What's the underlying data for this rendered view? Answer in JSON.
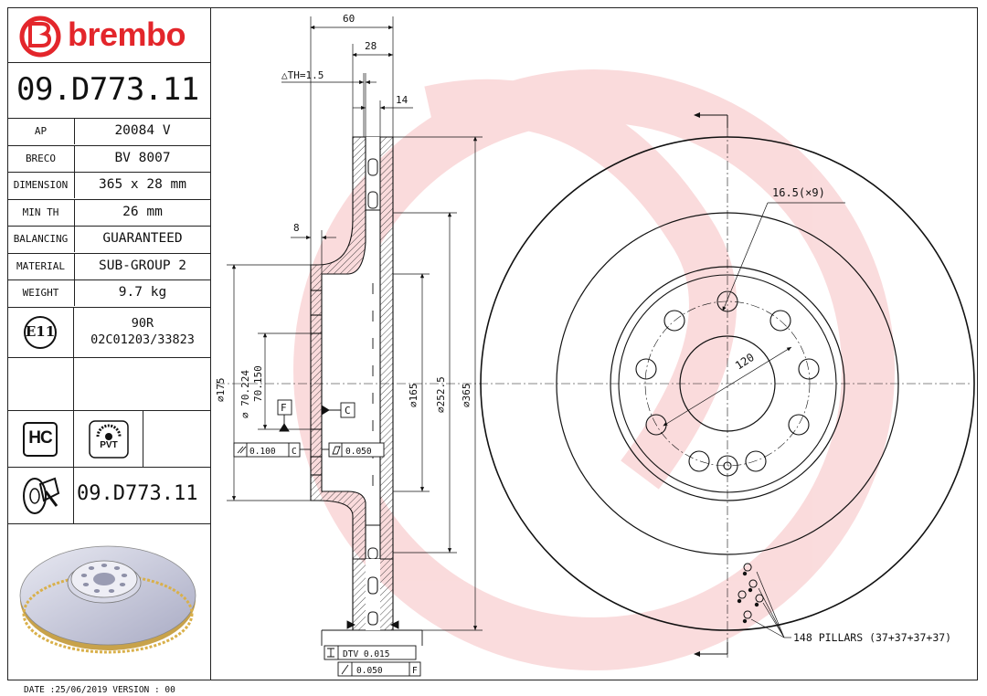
{
  "brand": {
    "name": "brembo",
    "color": "#e3262b"
  },
  "product_code": "09.D773.11",
  "specs": [
    {
      "label": "AP",
      "value": "20084 V"
    },
    {
      "label": "BRECO",
      "value": "BV 8007"
    },
    {
      "label": "DIMENSION",
      "value": "365 x 28 mm"
    },
    {
      "label": "MIN TH",
      "value": "26 mm"
    },
    {
      "label": "BALANCING",
      "value": "GUARANTEED"
    },
    {
      "label": "MATERIAL",
      "value": "SUB-GROUP 2"
    },
    {
      "label": "WEIGHT",
      "value": "9.7 kg"
    }
  ],
  "approval": {
    "mark": "E11",
    "line1": "90R",
    "line2": "02C01203/33823"
  },
  "badges": {
    "hc": "HC",
    "pvt": "PVT"
  },
  "code_repeat": "09.D773.11",
  "footer": "DATE :25/06/2019 VERSION : 00",
  "drawing": {
    "dim_60": "60",
    "dim_28": "28",
    "dim_th": "△TH=1.5",
    "dim_14": "14",
    "dim_8": "8",
    "dim_175": "∅175",
    "dim_70": "∅ 70.224",
    "dim_70b": "70.150",
    "dim_165": "∅165",
    "dim_252": "∅252.5",
    "dim_365": "∅365",
    "datum_f": "F",
    "datum_c": "C",
    "tol_parallel": "0.100",
    "tol_parallel_ref": "C",
    "tol_flat": "0.050",
    "tol_dtv": "DTV 0.015",
    "tol_runout": "0.050",
    "tol_runout_ref": "F",
    "bolt_holes": "16.5(×9)",
    "pcd": "120",
    "pillars": "148 PILLARS (37+37+37+37)"
  }
}
